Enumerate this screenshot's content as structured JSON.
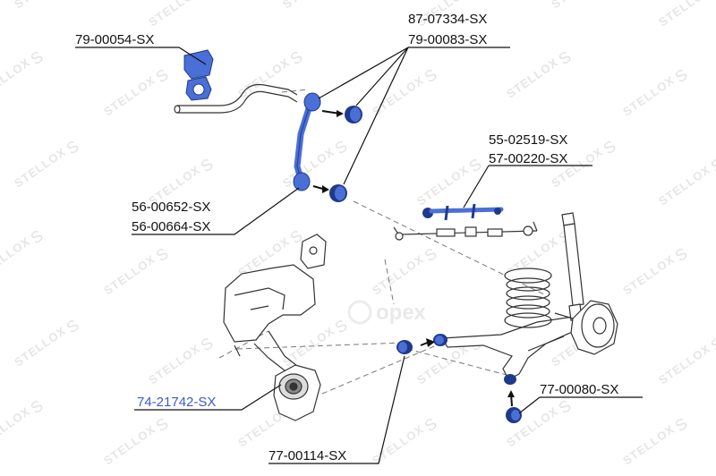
{
  "watermark": {
    "text": "STELLOX"
  },
  "parts": {
    "sway_bar_bushing": "79-00054-SX",
    "link_bushing_a": "87-07334-SX",
    "link_bushing_b": "79-00083-SX",
    "adjust_arm_a": "55-02519-SX",
    "adjust_arm_b": "57-00220-SX",
    "stabilizer_link_a": "56-00652-SX",
    "stabilizer_link_b": "56-00664-SX",
    "trailing_arm_mount": "74-21742-SX",
    "arm_bushing_right": "77-00080-SX",
    "arm_bushing_bottom": "77-00114-SX"
  },
  "colors": {
    "accent_part": "#4a6fd6",
    "label_accent": "#3a5bc7",
    "line": "#111111",
    "outline": "#333333"
  },
  "logo": {
    "text": "oрех"
  }
}
